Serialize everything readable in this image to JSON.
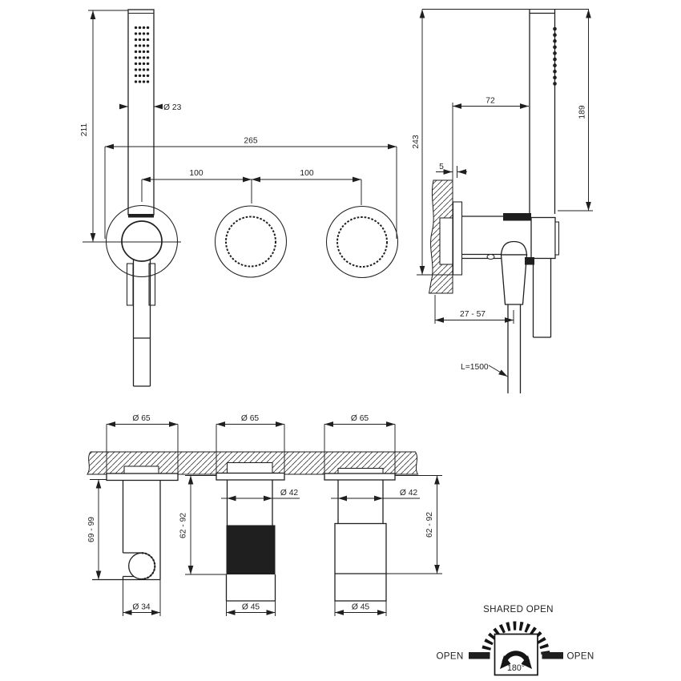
{
  "colors": {
    "ink": "#1f1f1f",
    "background": "#ffffff"
  },
  "labels": {
    "front": {
      "height": "211",
      "width": "265",
      "pitch_left": "100",
      "pitch_right": "100",
      "hand_shower_dia": "Ø 23"
    },
    "side": {
      "depth": "72",
      "hand_shower_height": "189",
      "total_height": "243",
      "plate_gap": "5",
      "projection_range": "27 - 57",
      "hose_length": "L=1500"
    },
    "section": {
      "holder_flange": "Ø 65",
      "mixer_flange": "Ø 65",
      "valve_flange": "Ø 65",
      "holder_projection": "69 - 99",
      "mixer_projection": "62 - 92",
      "valve_projection": "62 - 92",
      "mixer_stem": "Ø 42",
      "valve_stem": "Ø 42",
      "mixer_knob": "Ø 45",
      "valve_knob": "Ø 45",
      "holder_body": "Ø 34"
    },
    "rotation": {
      "title": "SHARED OPEN",
      "left": "OPEN",
      "right": "OPEN",
      "angle": "180°"
    }
  }
}
